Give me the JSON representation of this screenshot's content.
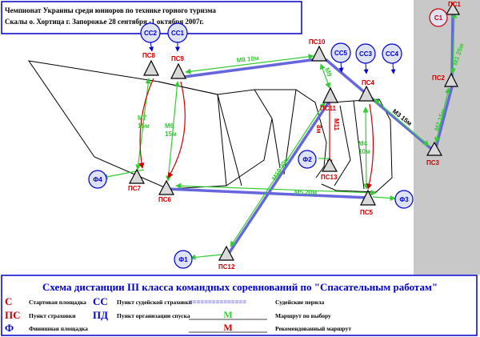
{
  "colors": {
    "red": "#cc0000",
    "blue": "#0000cc",
    "green": "#33cc33",
    "purple": "#6666dd",
    "circle_fill": "#dde3f3",
    "tri_fill": "#d9d9d9",
    "panel_bg": "#c8c8c8"
  },
  "header": {
    "line1": "Чемпионат Украины среди юниоров по технике горного туризма",
    "line2": "Скалы о. Хортица г. Запорожье 28 сентября -1 октября 2007г."
  },
  "nodes": {
    "ps1": "ПС1",
    "ps2": "ПС2",
    "ps3": "ПС3",
    "ps4": "ПС4",
    "ps5": "ПС5",
    "ps6": "ПС6",
    "ps7": "ПС7",
    "ps8": "ПС8",
    "ps9": "ПС9",
    "ps10": "ПС10",
    "ps11": "ПС11",
    "ps12": "ПС12",
    "ps13": "ПС13",
    "c1": "С1",
    "cc1": "СС1",
    "cc2": "СС2",
    "cc3": "СС3",
    "cc4": "СС4",
    "cc5": "СС5",
    "f1": "Ф1",
    "f2": "Ф2",
    "f3": "Ф3",
    "f4": "Ф4"
  },
  "stages": {
    "m1": "М1 25м",
    "m2": "М2 15м",
    "m3": "М3 15м",
    "m4_a": "М4",
    "m4_b": "10м",
    "m5": "М5 20м",
    "m6_a": "М6",
    "m6_b": "15м",
    "m7_a": "М7",
    "m7_b": "15м",
    "m8": "М8 10м",
    "m9": "М9",
    "m10": "М10 30м",
    "m11": "М11",
    "m11_b": "8м"
  },
  "legend": {
    "title": "Схема дистанции III класса командных соревнований по \"Спасательным работам\"",
    "c_symbol": "С",
    "c_text": "Стартовая площадка",
    "cc_symbol": "СС",
    "cc_text": "Пункт судейской страховки",
    "rail_line": "===============",
    "rail_text": "Судейские перила",
    "ps_symbol": "ПС",
    "ps_text": "Пункт страховки",
    "pd_symbol": "ПД",
    "pd_text": "Пункт организации спуска",
    "green_m": "М",
    "green_text": "Маршрут по выбору",
    "f_symbol": "Ф",
    "f_text": "Финишная площадка",
    "red_m": "М",
    "red_text": "Рекомендованный маршрут"
  }
}
